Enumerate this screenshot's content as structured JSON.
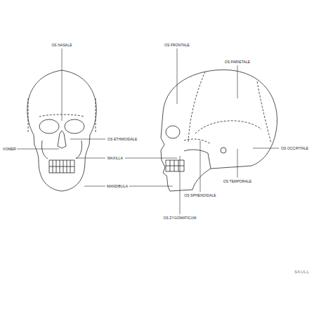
{
  "diagram": {
    "labels": [
      "OS NASALE",
      "OS FRONTALE",
      "OS PARIETALE",
      "OS ETHMOIDALE",
      "VOMER",
      "MAXILLA",
      "MANDIBULA",
      "OS OCCIPITALE",
      "OS TEMPORALE",
      "OS SPHENOIDALE",
      "OS ZYGOMATICUM",
      "SKULL"
    ]
  }
}
